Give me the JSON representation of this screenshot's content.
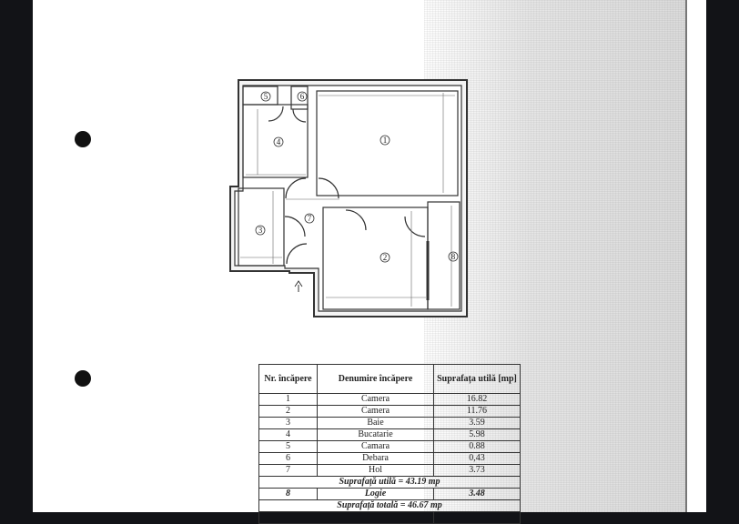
{
  "plan": {
    "room_numbers": [
      "1",
      "2",
      "3",
      "4",
      "5",
      "6",
      "7",
      "8"
    ]
  },
  "table": {
    "headers": [
      "Nr. încăpere",
      "Denumire încăpere",
      "Suprafața utilă [mp]"
    ],
    "rows": [
      {
        "nr": "1",
        "name": "Camera",
        "area": "16.82"
      },
      {
        "nr": "2",
        "name": "Camera",
        "area": "11.76"
      },
      {
        "nr": "3",
        "name": "Baie",
        "area": "3.59"
      },
      {
        "nr": "4",
        "name": "Bucatarie",
        "area": "5.98"
      },
      {
        "nr": "5",
        "name": "Camara",
        "area": "0.88"
      },
      {
        "nr": "6",
        "name": "Debara",
        "area": "0,43"
      },
      {
        "nr": "7",
        "name": "Hol",
        "area": "3.73"
      }
    ],
    "useful_total": "Suprafață utilă = 43.19 mp",
    "loggia": {
      "nr": "8",
      "name": "Logie",
      "area": "3.48"
    },
    "grand_total": "Suprafață totală = 46.67 mp"
  }
}
